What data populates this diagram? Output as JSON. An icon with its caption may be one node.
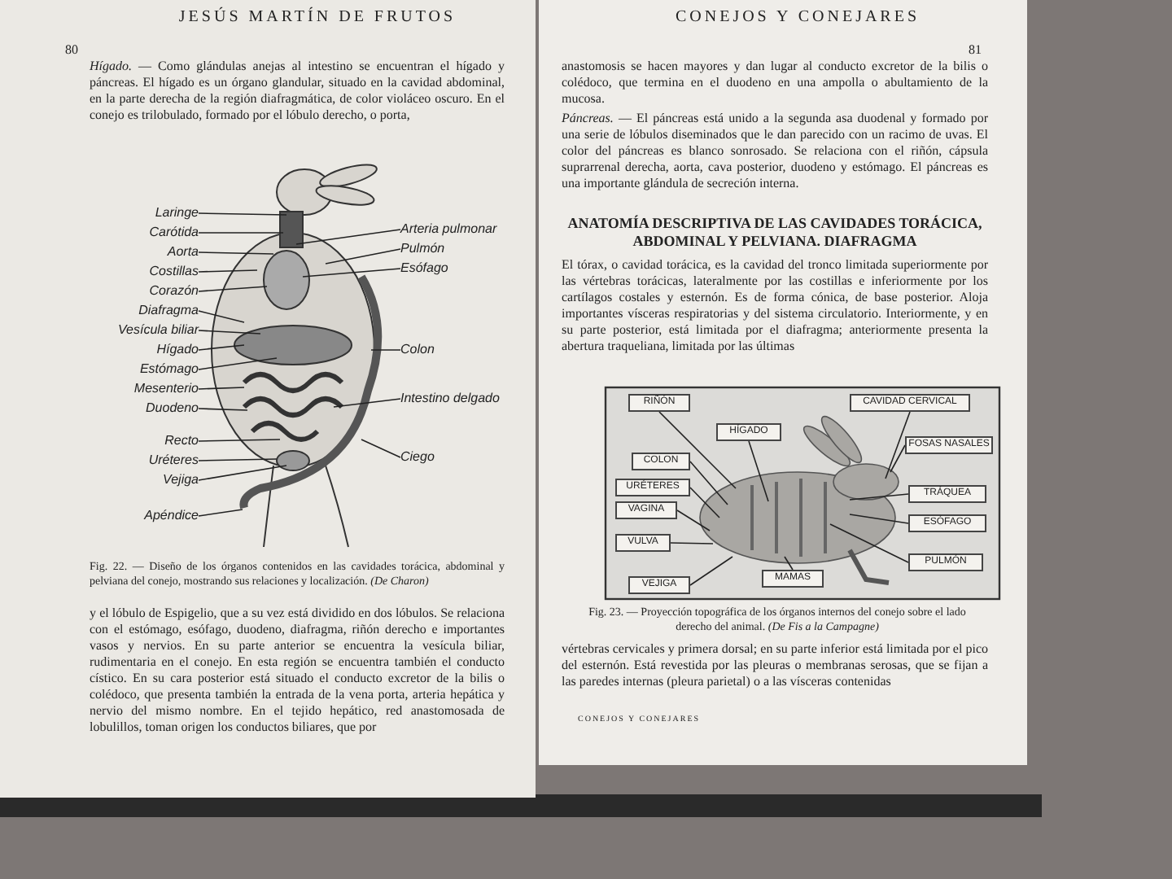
{
  "diagram": {
    "nodes": [
      {
        "text": [
          "Laringe"
        ]
      },
      {
        "text": [
          "Carótida"
        ]
      },
      {
        "text": [
          "Aorta"
        ]
      },
      {
        "text": [
          "Costillas"
        ]
      },
      {
        "text": [
          "Corazón"
        ]
      },
      {
        "text": [
          "Diafragma"
        ]
      },
      {
        "text": [
          "Vesícula biliar"
        ]
      },
      {
        "text": [
          "Hígado"
        ]
      },
      {
        "text": [
          "Estómago"
        ]
      },
      {
        "text": [
          "Mesenterio"
        ]
      },
      {
        "text": [
          "Duodeno"
        ]
      },
      {
        "text": [
          "Recto"
        ]
      },
      {
        "text": [
          "Uréteres"
        ]
      },
      {
        "text": [
          "Vejiga"
        ]
      },
      {
        "text": [
          "Apéndice"
        ]
      },
      {
        "text": [
          "Arteria pulmonar"
        ]
      },
      {
        "text": [
          "Pulmón"
        ]
      },
      {
        "text": [
          "Esófago"
        ]
      },
      {
        "text": [
          "Colon"
        ]
      },
      {
        "text": [
          "Intestino delgado"
        ]
      },
      {
        "text": [
          "Ciego"
        ]
      },
      {
        "text": [
          "RIÑÓN"
        ]
      },
      {
        "text": [
          "HÍGADO"
        ]
      },
      {
        "text": [
          "CAVIDAD CERVICAL"
        ]
      },
      {
        "text": [
          "FOSAS NASALES"
        ]
      },
      {
        "text": [
          "COLON"
        ]
      },
      {
        "text": [
          "URÉTERES"
        ]
      },
      {
        "text": [
          "VAGINA"
        ]
      },
      {
        "text": [
          "TRÁQUEA"
        ]
      },
      {
        "text": [
          "ESÓFAGO"
        ]
      },
      {
        "text": [
          "VULVA"
        ]
      },
      {
        "text": [
          "MAMAS"
        ]
      },
      {
        "text": [
          "PULMÓN"
        ]
      },
      {
        "text": [
          "VEJIGA"
        ]
      }
    ],
    "edges": [
      {
        "from": 0,
        "to": null,
        "arrow": "none"
      },
      {
        "from": 1,
        "to": null,
        "arrow": "none"
      },
      {
        "from": 2,
        "to": null,
        "arrow": "none"
      },
      {
        "from": 3,
        "to": null,
        "arrow": "none"
      },
      {
        "from": 4,
        "to": null,
        "arrow": "none"
      },
      {
        "from": 5,
        "to": null,
        "arrow": "none"
      },
      {
        "from": 6,
        "to": null,
        "arrow": "none"
      },
      {
        "from": 7,
        "to": null,
        "arrow": "none"
      },
      {
        "from": 8,
        "to": null,
        "arrow": "none"
      },
      {
        "from": 9,
        "to": null,
        "arrow": "none"
      },
      {
        "from": 10,
        "to": null,
        "arrow": "none"
      },
      {
        "from": 11,
        "to": null,
        "arrow": "none"
      },
      {
        "from": 12,
        "to": null,
        "arrow": "none"
      },
      {
        "from": 13,
        "to": null,
        "arrow": "none"
      },
      {
        "from": 14,
        "to": null,
        "arrow": "none"
      },
      {
        "from": 15,
        "to": null,
        "arrow": "none"
      },
      {
        "from": 16,
        "to": null,
        "arrow": "none"
      },
      {
        "from": 17,
        "to": null,
        "arrow": "none"
      },
      {
        "from": 18,
        "to": null,
        "arrow": "none"
      },
      {
        "from": 19,
        "to": null,
        "arrow": "none"
      },
      {
        "from": 20,
        "to": null,
        "arrow": "none"
      },
      {
        "from": 21,
        "to": null,
        "arrow": "none"
      },
      {
        "from": 22,
        "to": null,
        "arrow": "none"
      },
      {
        "from": 23,
        "to": null,
        "arrow": "none"
      },
      {
        "from": 24,
        "to": null,
        "arrow": "none"
      },
      {
        "from": 25,
        "to": null,
        "arrow": "none"
      },
      {
        "from": 26,
        "to": null,
        "arrow": "none"
      },
      {
        "from": 27,
        "to": null,
        "arrow": "none"
      },
      {
        "from": 28,
        "to": null,
        "arrow": "none"
      },
      {
        "from": 29,
        "to": null,
        "arrow": "none"
      },
      {
        "from": 30,
        "to": null,
        "arrow": "none"
      },
      {
        "from": 31,
        "to": null,
        "arrow": "none"
      },
      {
        "from": 32,
        "to": null,
        "arrow": "none"
      },
      {
        "from": 33,
        "to": null,
        "arrow": "none"
      }
    ],
    "labels": [
      "JESÚS MARTÍN DE FRUTOS",
      "80",
      "*Hígado.* — Como glándulas anejas al intestino se encuentran el hígado y páncreas. El hígado es un órgano glandular, situado en la cavidad abdominal, en la parte derecha de la región diafragmática, de color violáceo oscuro. En el conejo es trilobulado, formado por el lóbulo derecho, o porta,",
      "Fig. 22. — Diseño de los órganos contenidos en las cavidades torácica, abdominal y pelviana del conejo, mostrando sus relaciones y localización. *(De Charon)*",
      "y el lóbulo de Espigelio, que a su vez está dividido en dos lóbulos. Se relaciona con el estómago, esófago, duodeno, diafragma, riñón derecho e importantes vasos y nervios. En su parte anterior se encuentra la vesícula biliar, rudimentaria en el conejo. En esta región se encuentra también el conducto cístico. En su cara posterior está situado el conducto excretor de la bilis o colédoco, que presenta también la entrada de la vena porta, arteria hepática y nervio del mismo nombre. En el tejido hepático, red anastomosada de lobulillos, toman origen los conductos biliares, que por",
      "CONEJOS Y CONEJARES",
      "81",
      "anastomosis se hacen mayores y dan lugar al conducto excretor de la bilis o colédoco, que termina en el duodeno en una ampolla o abultamiento de la mucosa.",
      "*Páncreas.* — El páncreas está unido a la segunda asa duodenal y formado por una serie de lóbulos diseminados que le dan parecido con un racimo de uvas. El color del páncreas es blanco sonrosado. Se relaciona con el riñón, cápsula suprarrenal derecha, aorta, cava posterior, duodeno y estómago. El páncreas es una importante glándula de secreción interna.",
      "ANATOMÍA DESCRIPTIVA DE LAS CAVIDADES TORÁCICA, ABDOMINAL Y PELVIANA. DIAFRAGMA",
      "El tórax, o cavidad torácica, es la cavidad del tronco limitada superiormente por las vértebras torácicas, lateralmente por las costillas e inferiormente por los cartílagos costales y esternón. Es de forma cónica, de base posterior. Aloja importantes vísceras respiratorias y del sistema circulatorio. Interiormente, y en su parte posterior, está limitada por el diafragma; anteriormente presenta la abertura traqueliana, limitada por las últimas",
      "Fig. 23. — Proyección topográfica de los órganos internos del conejo sobre el lado derecho del animal. *(De Fis a la Campagne)*",
      "vértebras cervicales y primera dorsal; en su parte inferior está limitada por el pico del esternón. Está revestida por las pleuras o membranas serosas, que se fijan a las paredes internas (pleura parietal) o a las vísceras contenidas",
      "CONEJOS Y CONEJARES"
    ]
  }
}
